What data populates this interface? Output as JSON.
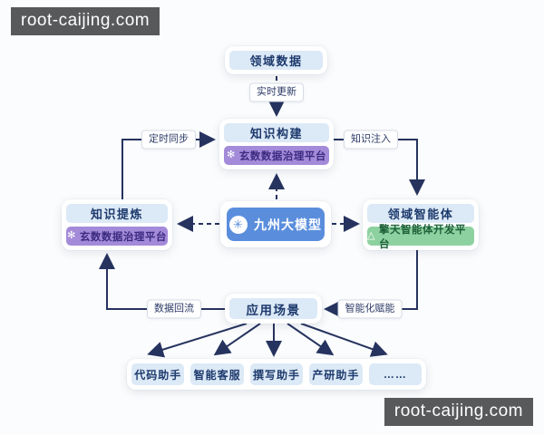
{
  "watermark": {
    "text": "root-caijing.com"
  },
  "colors": {
    "arrow": "#26335f",
    "node_header_bg": "#dce9f6",
    "node_header_text": "#1d3a6d",
    "purple_bg": "#a38bd9",
    "green_bg": "#8ed1a0",
    "model_bg": "#5a8edd",
    "watermark_bg": "#58595b"
  },
  "icons": {
    "flower": "✻",
    "agent": "△",
    "model": "✳"
  },
  "diagram": {
    "nodes": {
      "domain_data": {
        "label": "领域数据"
      },
      "knowledge_build": {
        "label": "知识构建",
        "platform": "玄数数据治理平台"
      },
      "knowledge_refine": {
        "label": "知识提炼",
        "platform": "玄数数据治理平台"
      },
      "model": {
        "label": "九州大模型"
      },
      "domain_agent": {
        "label": "领域智能体",
        "platform": "擎天智能体开发平台"
      },
      "app_scenarios": {
        "label": "应用场景"
      },
      "apps": [
        "代码助手",
        "智能客服",
        "撰写助手",
        "产研助手",
        "……"
      ]
    },
    "edge_labels": {
      "realtime_update": "实时更新",
      "scheduled_sync": "定时同步",
      "knowledge_inject": "知识注入",
      "data_backflow": "数据回流",
      "intelligent_enable": "智能化赋能"
    }
  }
}
